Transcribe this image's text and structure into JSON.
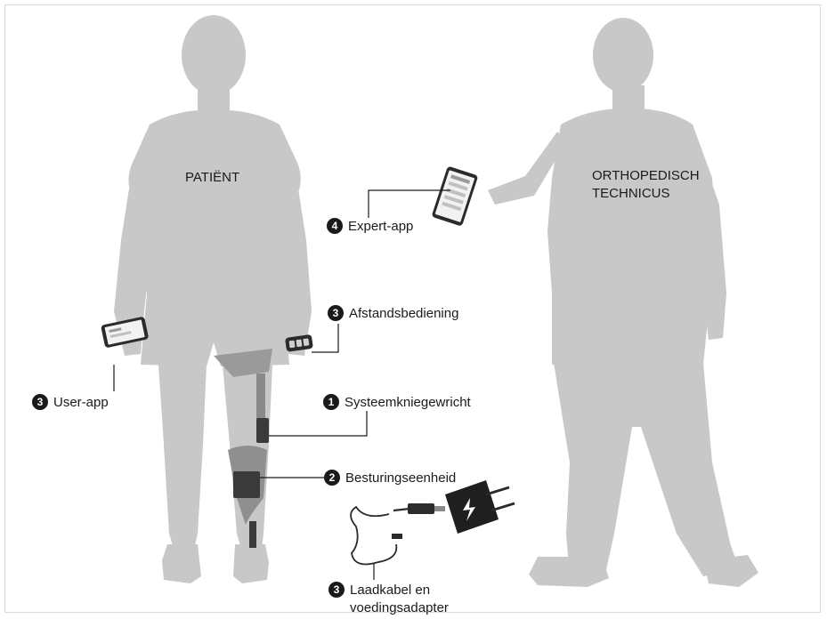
{
  "persons": {
    "patient": "PATIËNT",
    "technician_line1": "ORTHOPEDISCH",
    "technician_line2": "TECHNICUS"
  },
  "callouts": [
    {
      "id": "expert-app",
      "number": "4",
      "label": "Expert-app"
    },
    {
      "id": "remote",
      "number": "3",
      "label": "Afstandsbediening"
    },
    {
      "id": "user-app",
      "number": "3",
      "label": "User-app"
    },
    {
      "id": "knee-joint",
      "number": "1",
      "label": "Systeemkniegewricht"
    },
    {
      "id": "control-unit",
      "number": "2",
      "label": "Besturingseenheid"
    },
    {
      "id": "charger",
      "number": "3",
      "label_line1": "Laadkabel en",
      "label_line2": "voedingsadapter"
    }
  ],
  "icons": [
    "smartphone-icon",
    "remote-control-icon",
    "usb-cable-icon",
    "power-adapter-icon",
    "lightning-icon"
  ],
  "colors": {
    "silhouette": "#c8c8c8",
    "badge": "#1a1a1a",
    "text": "#1a1a1a",
    "border": "#d9d9d9"
  }
}
